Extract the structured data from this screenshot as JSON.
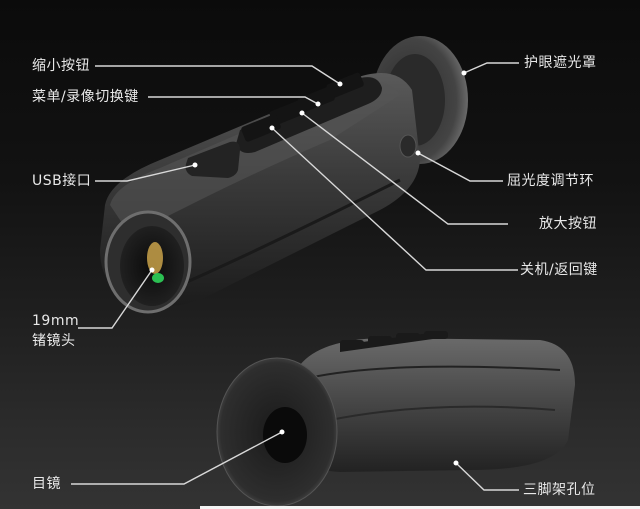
{
  "diagram": {
    "subject": "handheld thermal monocular",
    "colors": {
      "background_top": "#0b0b0b",
      "background_bottom": "#333333",
      "label_text": "#e8e8e8",
      "leader_line": "#d8d8d8",
      "body": "#3a3a3a",
      "lens_gold": "#c9a24a",
      "lens_green": "#2fd35a"
    },
    "labels": {
      "zoom_out_button": "缩小按钮",
      "menu_record_switch": "菜单/录像切换键",
      "usb_port": "USB接口",
      "lens_line1": "19mm",
      "lens_line2": "锗镜头",
      "eyecup": "护眼遮光罩",
      "diopter_ring": "屈光度调节环",
      "zoom_in_button": "放大按钮",
      "power_back_button": "关机/返回键",
      "eyepiece": "目镜",
      "tripod_mount": "三脚架孔位"
    }
  }
}
